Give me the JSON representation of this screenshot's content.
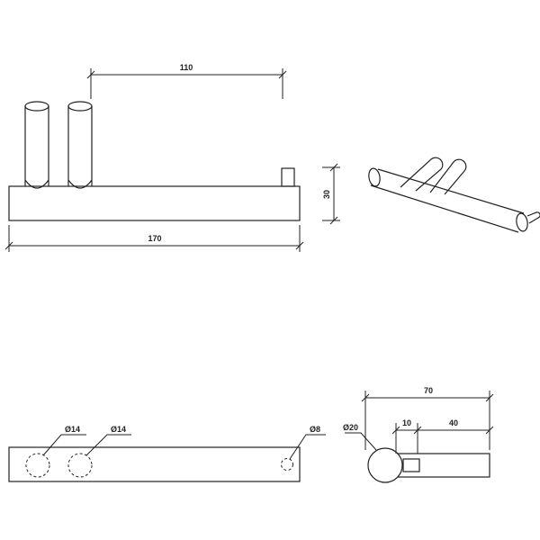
{
  "front_view": {
    "dim_top": "110",
    "dim_bottom": "170",
    "dim_height": "30"
  },
  "plan_view": {
    "hole_left": "Ø14",
    "hole_mid": "Ø14",
    "hole_right": "Ø8"
  },
  "side_view": {
    "dim_overall": "70",
    "dim_small": "10",
    "dim_rod": "40",
    "dim_diameter": "Ø20"
  }
}
